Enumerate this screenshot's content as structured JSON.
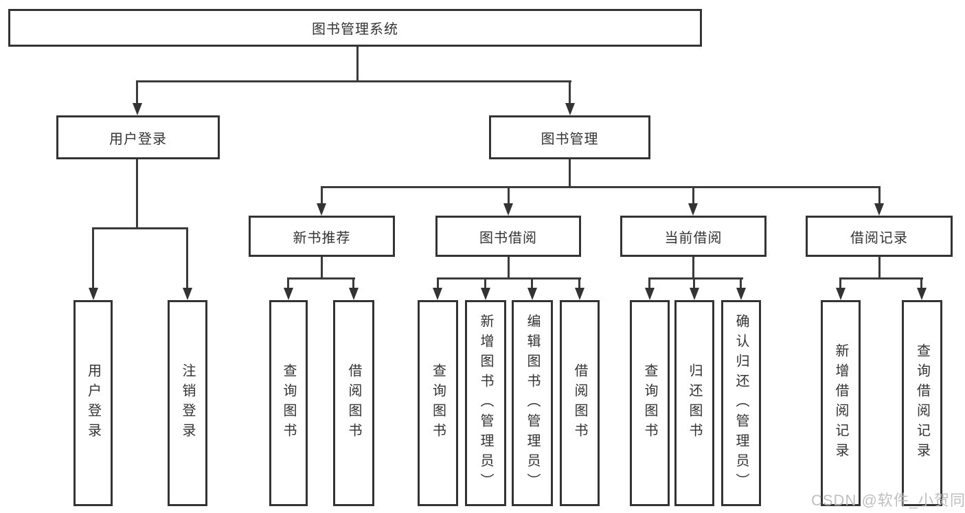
{
  "diagram": {
    "root": "图书管理系统",
    "branches": [
      {
        "label": "用户登录",
        "children": [
          "用户登录",
          "注销登录"
        ]
      },
      {
        "label": "图书管理",
        "children": [
          {
            "label": "新书推荐",
            "children": [
              "查询图书",
              "借阅图书"
            ]
          },
          {
            "label": "图书借阅",
            "children": [
              "查询图书",
              "新增图书（管理员）",
              "编辑图书（管理员）",
              "借阅图书"
            ]
          },
          {
            "label": "当前借阅",
            "children": [
              "查询图书",
              "归还图书",
              "确认归还（管理员）"
            ]
          },
          {
            "label": "借阅记录",
            "children": [
              "新增借阅记录",
              "查询借阅记录"
            ]
          }
        ]
      }
    ]
  },
  "colors": {
    "stroke": "#333333",
    "watermark": "#b9b9b9",
    "background": "#ffffff"
  },
  "watermark": "CSDN @软件_小贺同学"
}
